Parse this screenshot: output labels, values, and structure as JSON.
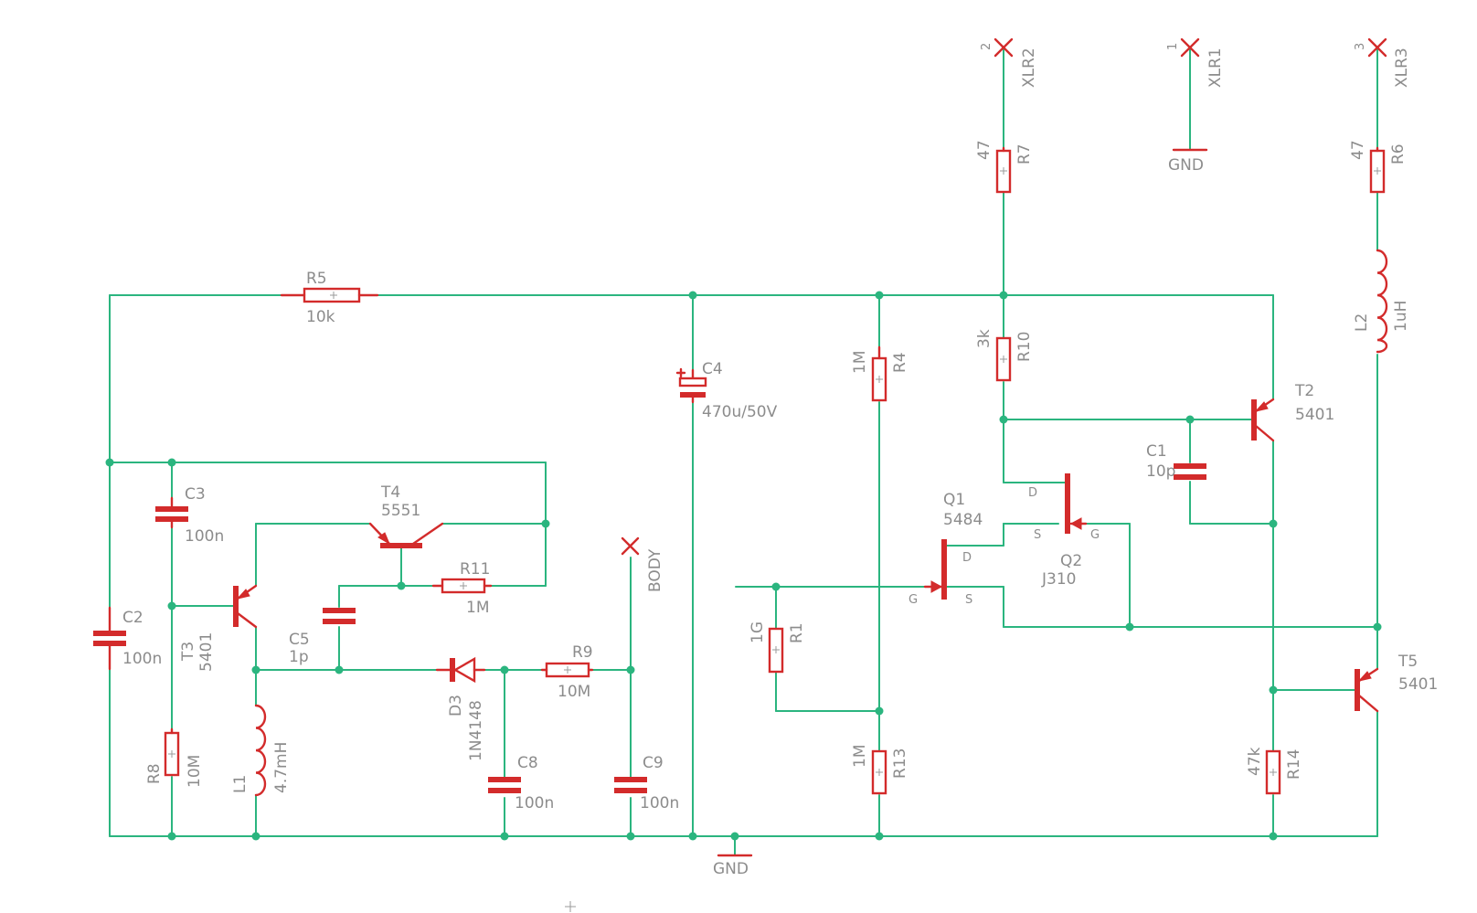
{
  "labels": {
    "r5": "R5",
    "r5v": "10k",
    "c4": "C4",
    "c4v": "470u/50V",
    "c3": "C3",
    "c3v": "100n",
    "c2": "C2",
    "c2v": "100n",
    "t3": "T3",
    "t3v": "5401",
    "t4": "T4",
    "t4v": "5551",
    "r11": "R11",
    "r11v": "1M",
    "c5": "C5",
    "c5v": "1p",
    "d3": "D3",
    "d3v": "1N4148",
    "r9": "R9",
    "r9v": "10M",
    "body": "BODY",
    "r8": "R8",
    "r8v": "10M",
    "l1": "L1",
    "l1v": "4.7mH",
    "c8": "C8",
    "c8v": "100n",
    "c9": "C9",
    "c9v": "100n",
    "gnd_bottom": "GND",
    "xlr2": "XLR2",
    "xlr2pin": "2",
    "xlr1": "XLR1",
    "xlr1pin": "1",
    "xlr3": "XLR3",
    "xlr3pin": "3",
    "gnd_xlr": "GND",
    "r7": "R7",
    "r7v": "47",
    "r6": "R6",
    "r6v": "47",
    "l2": "L2",
    "l2v": "1uH",
    "r4": "R4",
    "r4v": "1M",
    "r10": "R10",
    "r10v": "3k",
    "t2": "T2",
    "t2v": "5401",
    "c1": "C1",
    "c1v": "10p",
    "q1": "Q1",
    "q1v": "5484",
    "q2": "Q2",
    "q2v": "J310",
    "r1": "R1",
    "r1v": "1G",
    "r13": "R13",
    "r13v": "1M",
    "t5": "T5",
    "t5v": "5401",
    "r14": "R14",
    "r14v": "47k",
    "pin_d": "D",
    "pin_s": "S",
    "pin_g": "G"
  }
}
